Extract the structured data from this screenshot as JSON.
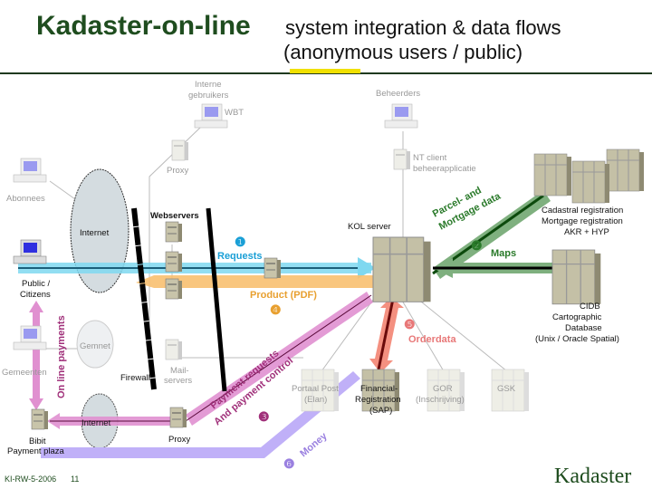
{
  "title": "Kadaster-on-line",
  "subtitle_line1": "system integration & data flows",
  "subtitle_line2": "(anonymous users / public)",
  "nodes": {
    "interne_gebruikers": [
      "Interne",
      "gebruikers"
    ],
    "wbt": "WBT",
    "beheerders": "Beheerders",
    "proxy_top": "Proxy",
    "nt_client": [
      "NT client",
      "beheerapplicatie"
    ],
    "abonnees": "Abonnees",
    "internet": "Internet",
    "webservers": "Webservers",
    "kol_server": "KOL server",
    "cadastral": [
      "Cadastral registration",
      "Mortgage registration",
      "AKR + HYP"
    ],
    "cidb": [
      "CIDB",
      "Cartographic",
      "Database",
      "(Unix / Oracle Spatial)"
    ],
    "public": [
      "Public /",
      "Citizens"
    ],
    "gemnet": "Gemnet",
    "gemeenten": "Gemeenten",
    "firewall": "Firewall",
    "mailservers": [
      "Mail-",
      "servers"
    ],
    "portaal": [
      "Portaal Post",
      "(Elan)"
    ],
    "financial": [
      "Financial-",
      "Registration",
      "(SAP)"
    ],
    "gor": [
      "GOR",
      "(Inschrijving)"
    ],
    "gsk": "GSK",
    "internet_bottom": "Internet",
    "proxy_bottom": "Proxy",
    "bibit": [
      "Bibit",
      "Payment plaza"
    ]
  },
  "flows": {
    "requests": {
      "num": "❶",
      "label": "Requests",
      "color": "#1a9fd6"
    },
    "maps": {
      "num": "❷",
      "label": "Maps",
      "color": "#2a7a2a"
    },
    "parcel": [
      "Parcel- and",
      "Mortgage data"
    ],
    "payment": {
      "num": "❸",
      "label": [
        "Payment requests",
        "And payment control"
      ],
      "color": "#a0307a"
    },
    "product": {
      "num": "❹",
      "label": "Product (PDF)",
      "color": "#e8a030"
    },
    "orderdata": {
      "num": "❺",
      "label": "Orderdata",
      "color": "#e87878"
    },
    "money": {
      "num": "❻",
      "label": "Money",
      "color": "#9a80e0"
    },
    "online_payments": "On line payments"
  },
  "footer": {
    "slide_id": "KI-RW-5-2006",
    "page": "11",
    "logo": "Kadaster"
  },
  "colors": {
    "title": "#1f4d1f",
    "accent_bar": "#f0e000",
    "server": "#b8b49a"
  }
}
